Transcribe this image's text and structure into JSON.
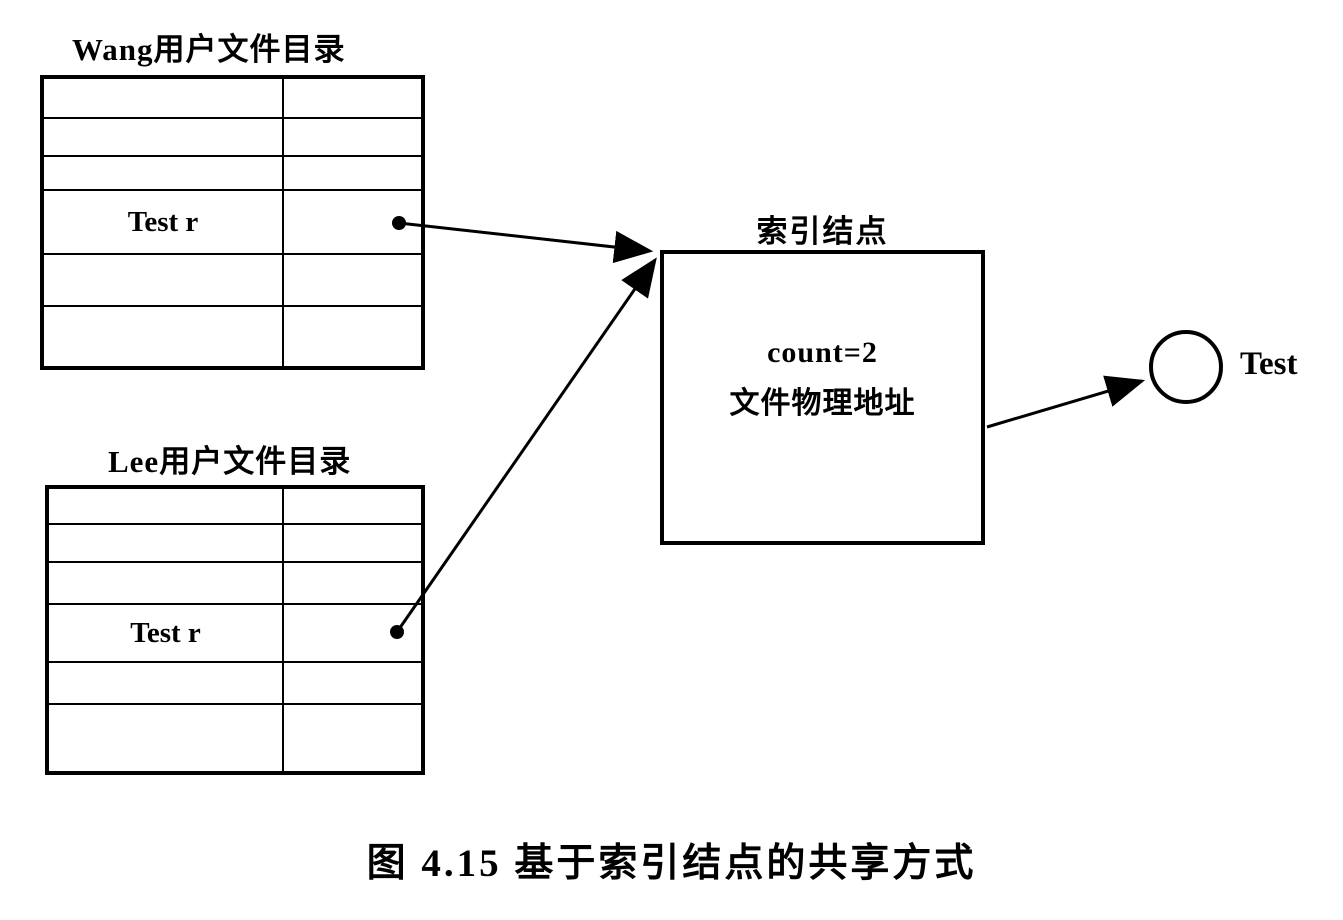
{
  "wang_directory": {
    "title": "Wang用户文件目录",
    "entry_name": "Test r"
  },
  "lee_directory": {
    "title": "Lee用户文件目录",
    "entry_name": "Test r"
  },
  "index_node": {
    "title": "索引结点",
    "count_line": "count=2",
    "address_line": "文件物理地址"
  },
  "shared_file": {
    "label": "Test"
  },
  "caption": "图 4.15  基于索引结点的共享方式"
}
